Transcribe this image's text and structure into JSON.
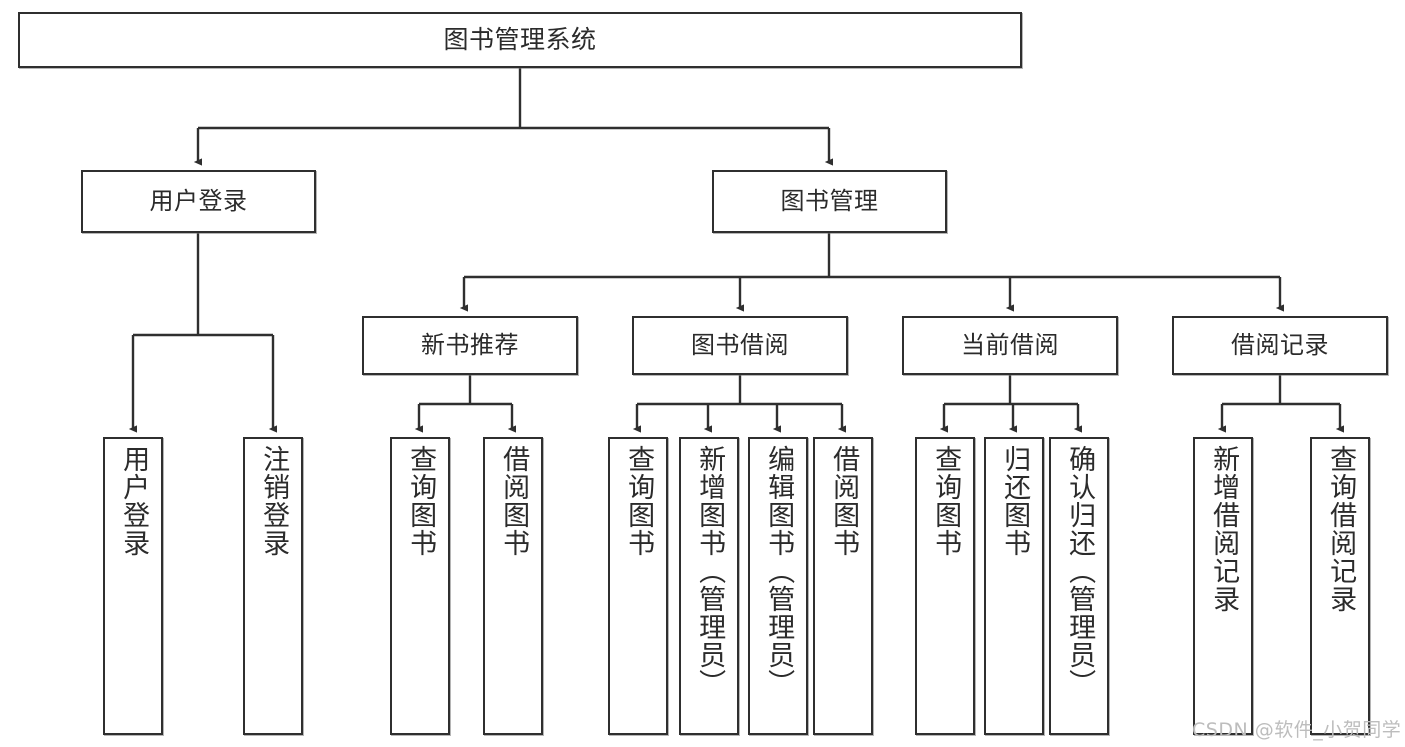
{
  "diagram": {
    "title": "图书管理系统",
    "watermark": "CSDN @软件_小贺同学",
    "line_color": "#2f2f2f",
    "box_fill": "#ffffff",
    "text_color": "#2b2b2b",
    "watermark_color": "#bdbdbd",
    "nodes": {
      "root": "图书管理系统",
      "level2": {
        "user_login": "用户登录",
        "book_manage": "图书管理"
      },
      "level3": {
        "new_book_recommend": "新书推荐",
        "book_borrow": "图书借阅",
        "current_borrow": "当前借阅",
        "borrow_record": "借阅记录"
      },
      "leaves": {
        "user_login_1": "用户登录",
        "user_login_2": "注销登录",
        "new_book_1": "查询图书",
        "new_book_2": "借阅图书",
        "book_borrow_1": "查询图书",
        "book_borrow_2": "新增图书（管理员）",
        "book_borrow_3": "编辑图书（管理员）",
        "book_borrow_4": "借阅图书",
        "current_borrow_1": "查询图书",
        "current_borrow_2": "归还图书",
        "current_borrow_3": "确认归还（管理员）",
        "borrow_record_1": "新增借阅记录",
        "borrow_record_2": "查询借阅记录"
      }
    }
  }
}
